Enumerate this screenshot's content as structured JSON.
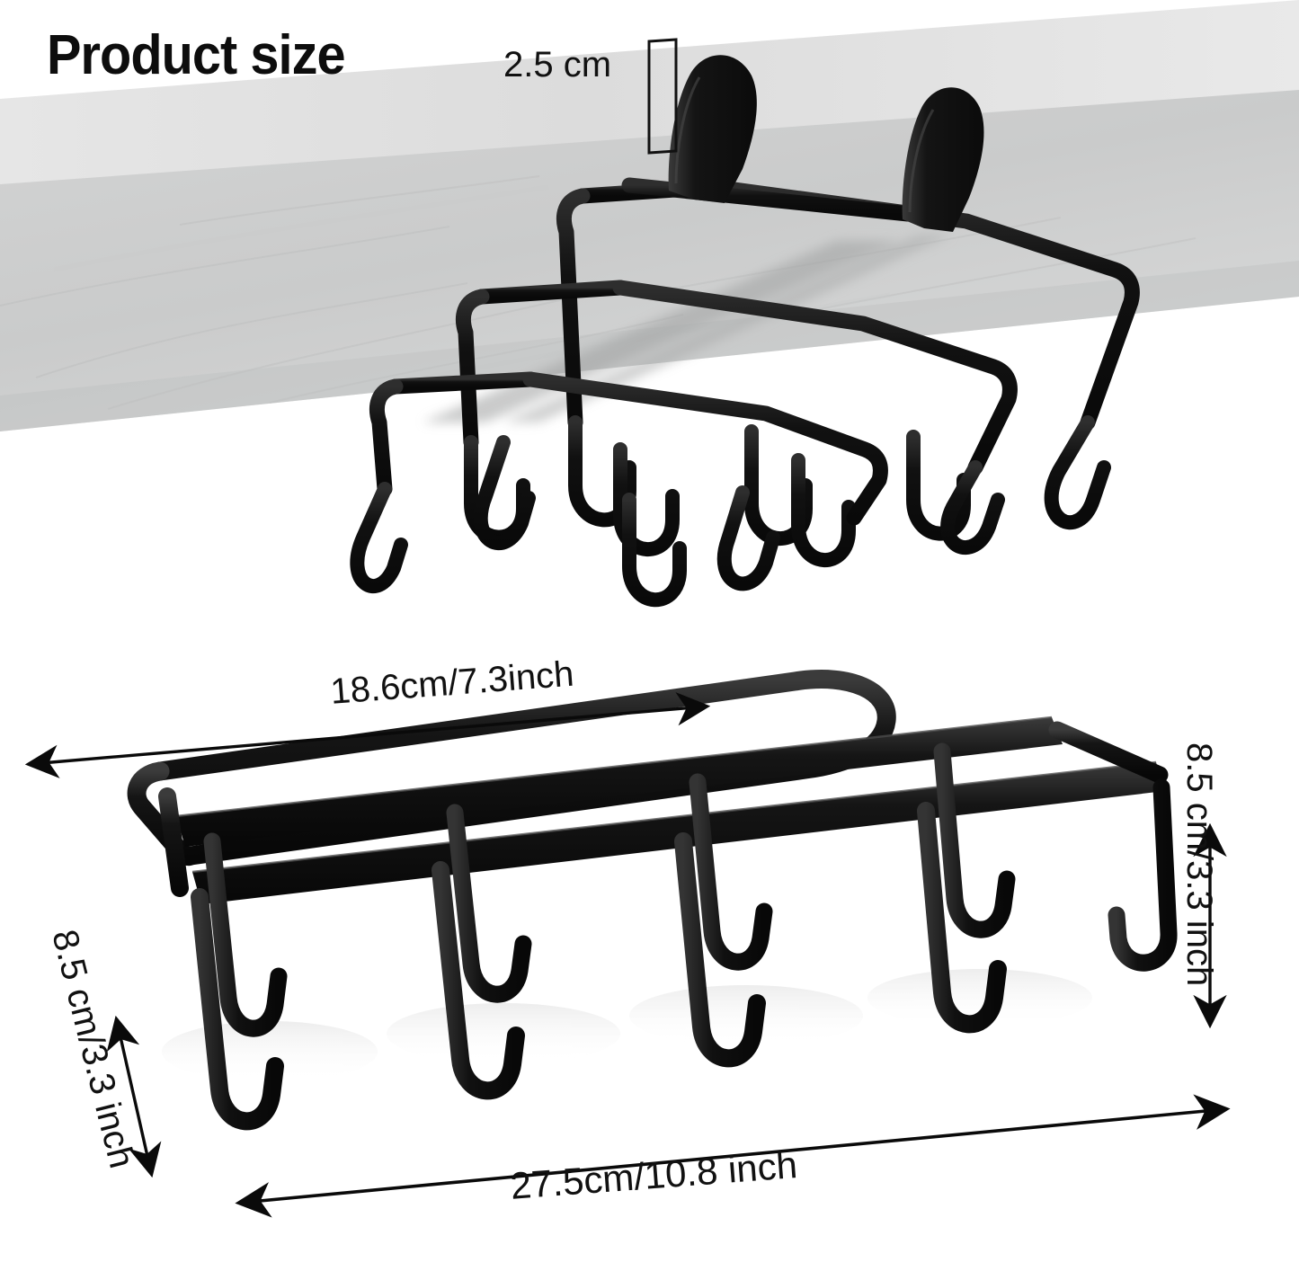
{
  "page": {
    "title": "Product size",
    "background_color": "#ffffff",
    "text_color": "#111111"
  },
  "top_scene": {
    "name": "mounted-rack-photo",
    "description": "Black metal mug rack clipped under a light gray stone shelf",
    "shelf": {
      "edge_color": "#dedede",
      "underside_color": "#cfd0d0",
      "shadow_color": "#b9baba"
    },
    "rack_color": "#121212",
    "thickness_label": "2.5 cm",
    "thickness_bracket": {
      "name": "thickness-bracket",
      "stroke_color": "#111111"
    },
    "hook_rows": 3,
    "hooks_per_row": 4,
    "clip_count": 2
  },
  "bottom_scene": {
    "name": "product-dimensions-photo",
    "description": "Black metal mug rack shown at an angle with dimension arrows",
    "rack_color": "#141414",
    "rail_count": 3,
    "hook_count": 8,
    "dimensions": {
      "width_top": "18.6cm/7.3inch",
      "width_bottom": "27.5cm/10.8 inch",
      "depth_right": "8.5 cm/3.3 inch",
      "depth_left": "8.5 cm/3.3 inch"
    },
    "arrow_color": "#0a0a0a"
  }
}
